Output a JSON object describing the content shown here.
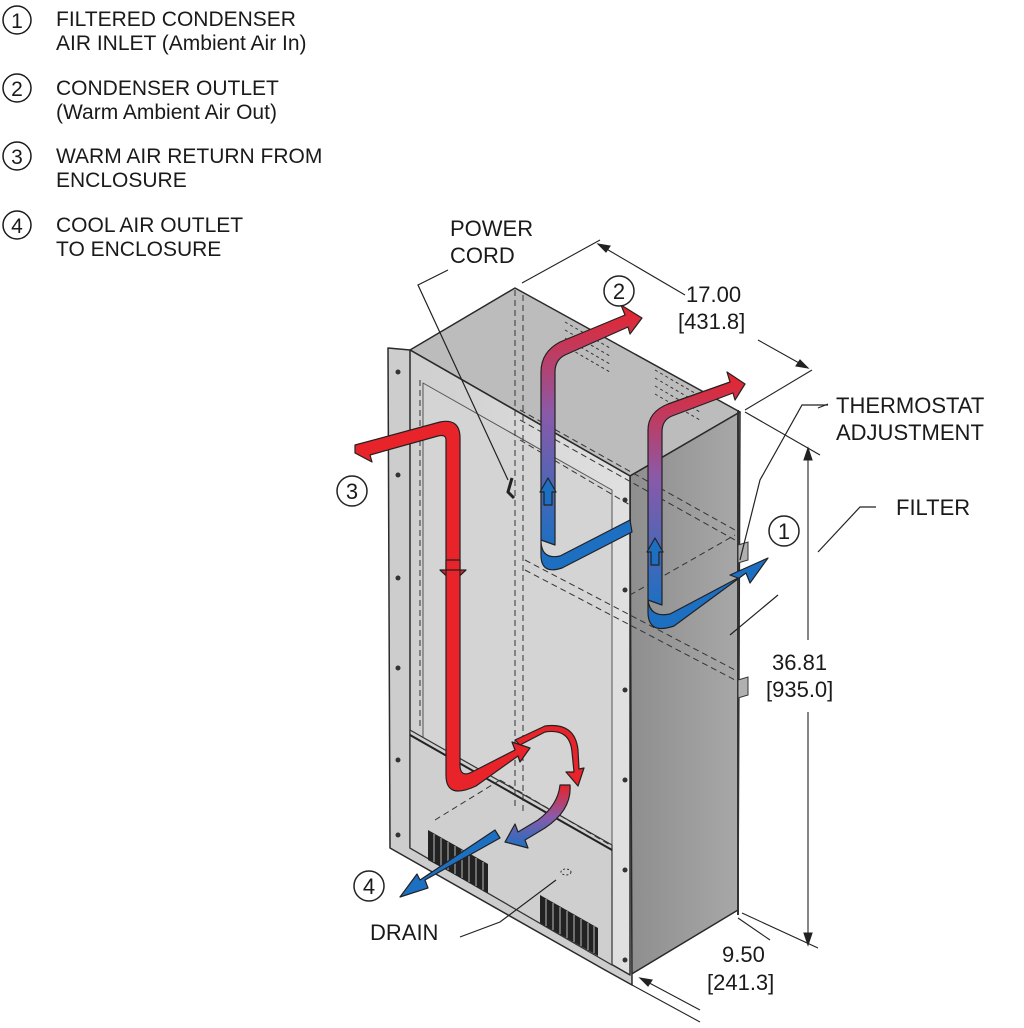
{
  "legend": [
    {
      "number": "1",
      "line1": "FILTERED CONDENSER",
      "line2": "AIR INLET (Ambient Air In)"
    },
    {
      "number": "2",
      "line1": "CONDENSER OUTLET",
      "line2": "(Warm Ambient Air Out)"
    },
    {
      "number": "3",
      "line1": "WARM AIR RETURN FROM",
      "line2": "ENCLOSURE"
    },
    {
      "number": "4",
      "line1": "COOL AIR OUTLET",
      "line2": "TO ENCLOSURE"
    }
  ],
  "callouts": {
    "power_cord_1": "POWER",
    "power_cord_2": "CORD",
    "thermostat_1": "THERMOSTAT",
    "thermostat_2": "ADJUSTMENT",
    "filter": "FILTER",
    "drain": "DRAIN"
  },
  "dimensions": {
    "width_in": "17.00",
    "width_mm": "[431.8]",
    "height_in": "36.81",
    "height_mm": "[935.0]",
    "depth_in": "9.50",
    "depth_mm": "[241.3]"
  },
  "markers": [
    "1",
    "2",
    "3",
    "4"
  ],
  "colors": {
    "warm_air": "#e8232a",
    "cool_air": "#1d6fc2",
    "unit_front": "#d8d8d8",
    "unit_side": "#9a9a9a",
    "unit_top": "#bdbdbd"
  }
}
